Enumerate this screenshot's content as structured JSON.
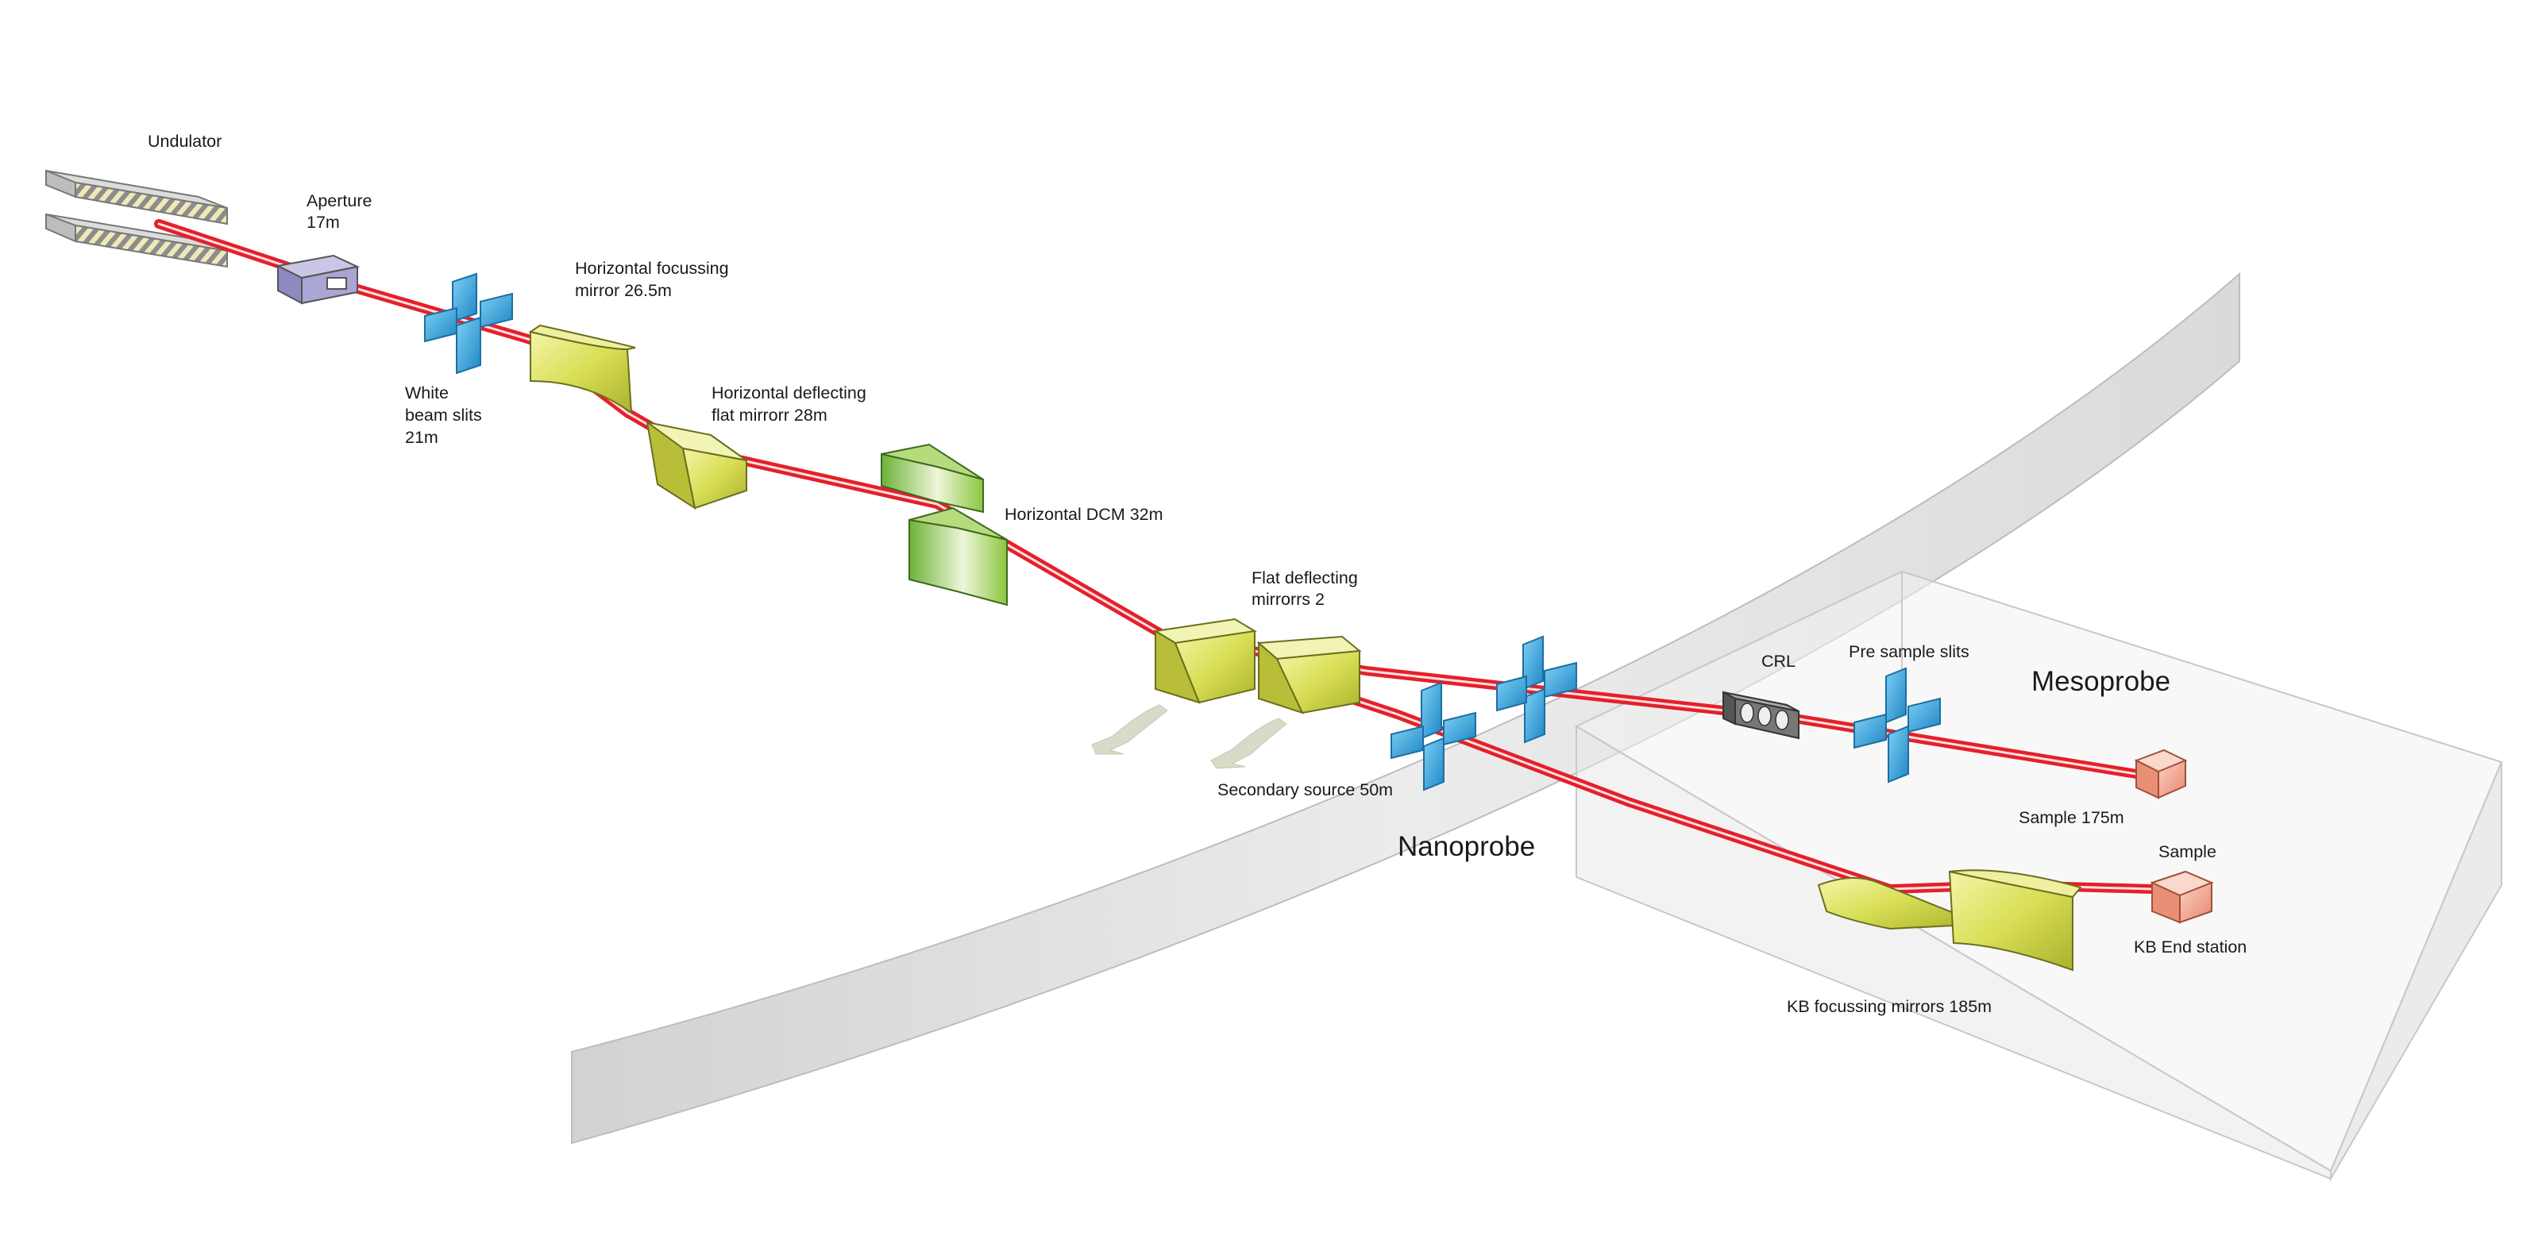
{
  "labels": {
    "undulator": "Undulator",
    "aperture_1": "Aperture",
    "aperture_2": "17m",
    "slits_1": "White",
    "slits_2": "beam slits",
    "slits_3": "21m",
    "hfm_1": "Horizontal focussing",
    "hfm_2": "mirror 26.5m",
    "hdf_1": "Horizontal deflecting",
    "hdf_2": "flat mirrorr 28m",
    "dcm": "Horizontal DCM 32m",
    "fdm_1": "Flat deflecting",
    "fdm_2": "mirrorrs 2",
    "secondary": "Secondary source 50m",
    "nanoprobe": "Nanoprobe",
    "crl": "CRL",
    "pre_slits": "Pre sample slits",
    "mesoprobe": "Mesoprobe",
    "sample_meso": "Sample 175m",
    "sample_nano": "Sample",
    "kb_station": "KB End station",
    "kb_mirrors": "KB focussing mirrors 185m"
  },
  "colors": {
    "beam": "#e4202a",
    "slit_blue": "#2a9fd8",
    "mirror_yellow": "#d6dc4a",
    "dcm_green": "#8cc63f",
    "aperture_purple": "#9a96c9",
    "sample_pink": "#f0a08c",
    "wall_grey": "#e0e0e0"
  }
}
